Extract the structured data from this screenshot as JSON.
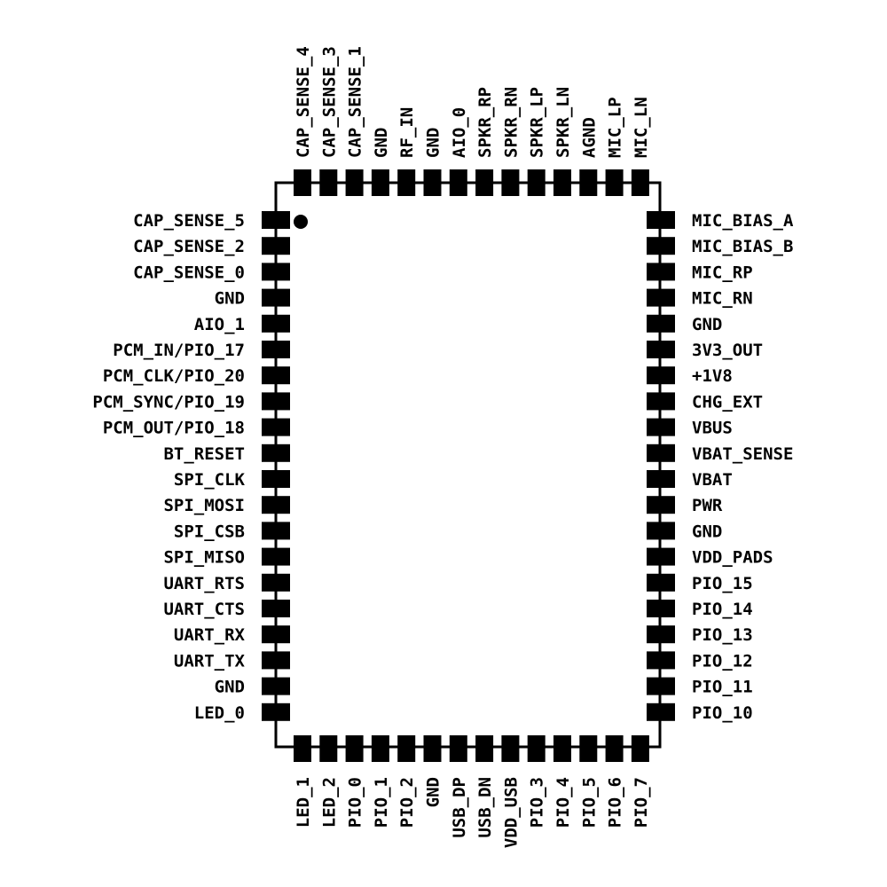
{
  "pins": {
    "top": [
      "CAP_SENSE_4",
      "CAP_SENSE_3",
      "CAP_SENSE_1",
      "GND",
      "RF_IN",
      "GND",
      "AIO_0",
      "SPKR_RP",
      "SPKR_RN",
      "SPKR_LP",
      "SPKR_LN",
      "AGND",
      "MIC_LP",
      "MIC_LN"
    ],
    "left": [
      "CAP_SENSE_5",
      "CAP_SENSE_2",
      "CAP_SENSE_0",
      "GND",
      "AIO_1",
      "PCM_IN/PIO_17",
      "PCM_CLK/PIO_20",
      "PCM_SYNC/PIO_19",
      "PCM_OUT/PIO_18",
      "BT_RESET",
      "SPI_CLK",
      "SPI_MOSI",
      "SPI_CSB",
      "SPI_MISO",
      "UART_RTS",
      "UART_CTS",
      "UART_RX",
      "UART_TX",
      "GND",
      "LED_0"
    ],
    "right": [
      "MIC_BIAS_A",
      "MIC_BIAS_B",
      "MIC_RP",
      "MIC_RN",
      "GND",
      "3V3_OUT",
      "+1V8",
      "CHG_EXT",
      "VBUS",
      "VBAT_SENSE",
      "VBAT",
      "PWR",
      "GND",
      "VDD_PADS",
      "PIO_15",
      "PIO_14",
      "PIO_13",
      "PIO_12",
      "PIO_11",
      "PIO_10"
    ],
    "bottom": [
      "LED_1",
      "LED_2",
      "PIO_0",
      "PIO_1",
      "PIO_2",
      "GND",
      "USB_DP",
      "USB_DN",
      "VDD_USB",
      "PIO_3",
      "PIO_4",
      "PIO_5",
      "PIO_6",
      "PIO_7"
    ]
  }
}
